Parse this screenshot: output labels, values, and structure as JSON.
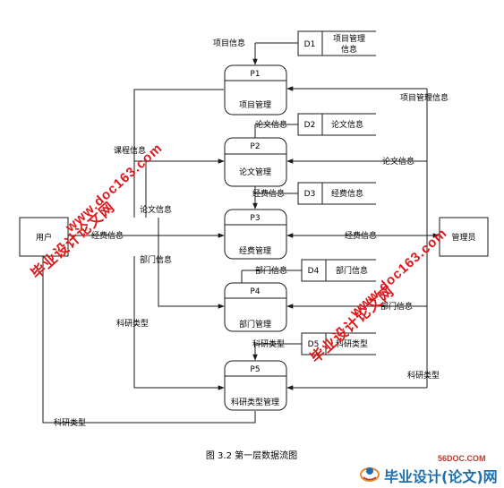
{
  "caption": "图 3.2 第一层数据流图",
  "entities": {
    "user": "用户",
    "admin": "管理员"
  },
  "processes": [
    {
      "id": "P1",
      "name": "项目管理"
    },
    {
      "id": "P2",
      "name": "论文管理"
    },
    {
      "id": "P3",
      "name": "经费管理"
    },
    {
      "id": "P4",
      "name": "部门管理"
    },
    {
      "id": "P5",
      "name": "科研类型管理"
    }
  ],
  "stores": [
    {
      "id": "D1",
      "name_line1": "项目管理",
      "name_line2": "信息"
    },
    {
      "id": "D2",
      "name_line1": "论文信息",
      "name_line2": ""
    },
    {
      "id": "D3",
      "name_line1": "经费信息",
      "name_line2": ""
    },
    {
      "id": "D4",
      "name_line1": "部门信息",
      "name_line2": ""
    },
    {
      "id": "D5",
      "name_line1": "科研类型",
      "name_line2": ""
    }
  ],
  "flows": {
    "d1_to_p1": "项目信息",
    "p2_to_d2": "论文信息",
    "p3_to_d3": "经费信息",
    "p4_to_d4": "部门信息",
    "d5_to_p5": "科研类型",
    "user_course": "课程信息",
    "user_paper": "论文信息",
    "user_fund": "经费信息",
    "user_dept": "部门信息",
    "user_type": "科研类型",
    "user_bottom_type": "科研类型",
    "admin_project": "项目管理信息",
    "admin_paper": "论文信息",
    "admin_fund": "经费信息",
    "admin_dept": "部门信息",
    "admin_type": "科研类型"
  },
  "watermarks": {
    "wm1_line1": "毕业设计论文网",
    "wm1_line2": "www.doc163.com",
    "wm2_line1": "毕业设计论文网",
    "wm2_line2": "www.doc163.com"
  },
  "brand": {
    "small": "56DOC.COM",
    "name": "毕业设计(论文)网"
  },
  "colors": {
    "line": "#1a1a1a",
    "watermark": "#e0181b",
    "brand_blue": "#1e6fb0"
  }
}
